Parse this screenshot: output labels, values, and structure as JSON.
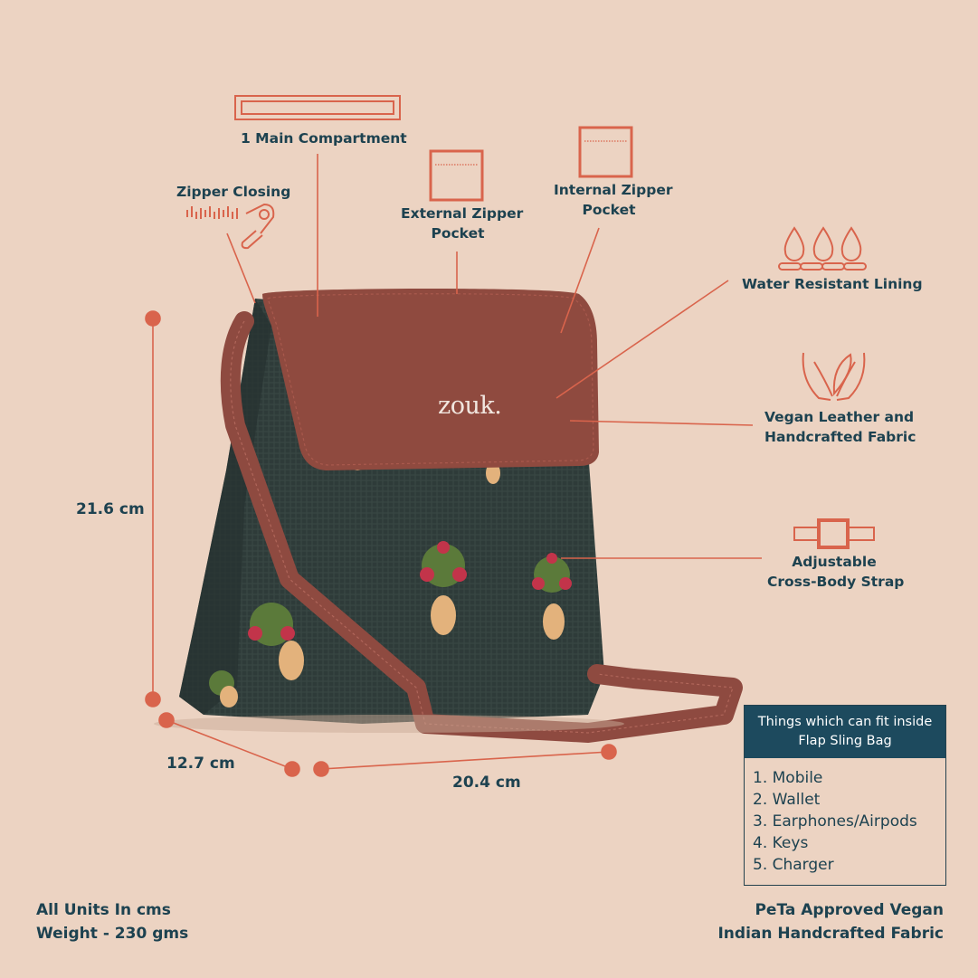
{
  "colors": {
    "background": "#ecd3c2",
    "accent": "#d9644c",
    "text": "#1d4250",
    "box_header": "#1d4a5e",
    "leather": "#8f4a3f",
    "fabric": "#2d3a38"
  },
  "product": {
    "brand_logo": "zouk."
  },
  "features": {
    "main_compartment": {
      "label": "1 Main Compartment",
      "icon": "compartment-icon"
    },
    "zipper_closing": {
      "label": "Zipper Closing",
      "icon": "zipper-pull-icon"
    },
    "external_pocket": {
      "line1": "External Zipper",
      "line2": "Pocket",
      "icon": "zipper-pocket-icon"
    },
    "internal_pocket": {
      "line1": "Internal Zipper",
      "line2": "Pocket",
      "icon": "zipper-pocket-icon"
    },
    "water_resistant": {
      "label": "Water Resistant Lining",
      "icon": "water-drops-icon"
    },
    "vegan_leather": {
      "line1": "Vegan Leather and",
      "line2": "Handcrafted Fabric",
      "icon": "hands-leaf-icon"
    },
    "strap": {
      "line1": "Adjustable",
      "line2": "Cross-Body Strap",
      "icon": "strap-buckle-icon"
    }
  },
  "dimensions": {
    "height": "21.6 cm",
    "depth": "12.7 cm",
    "width": "20.4 cm"
  },
  "fit_box": {
    "title_line1": "Things which can fit inside",
    "title_line2": "Flap Sling Bag",
    "items": [
      "1. Mobile",
      "2. Wallet",
      "3. Earphones/Airpods",
      "4. Keys",
      "5. Charger"
    ]
  },
  "footer": {
    "left_line1": "All Units In cms",
    "left_line2": "Weight - 230 gms",
    "right_line1": "PeTa Approved Vegan",
    "right_line2": "Indian Handcrafted Fabric"
  }
}
